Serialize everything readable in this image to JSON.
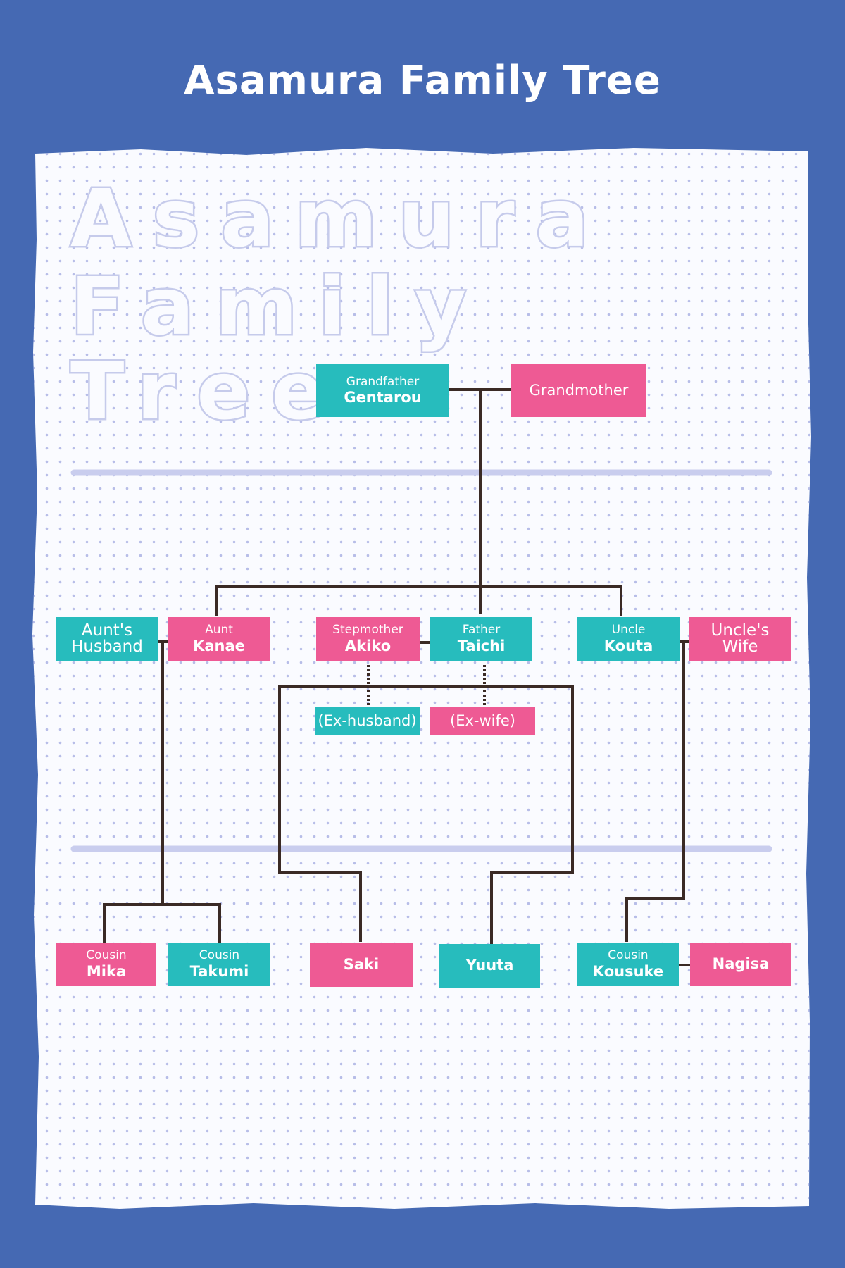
{
  "title": "Asamura Family Tree",
  "watermark": {
    "line1": "Asamura",
    "line2": "Family",
    "line3": "Tree"
  },
  "colors": {
    "background": "#4569b3",
    "paper": "#fafbff",
    "dots": "#b7bde8",
    "teal": "#27bcbd",
    "pink": "#ee5a94",
    "line": "#3a2a25",
    "divider": "#c9cdee"
  },
  "people": {
    "gentarou": {
      "role": "Grandfather",
      "name": "Gentarou"
    },
    "grandmother": {
      "label": "Grandmother"
    },
    "aunts_husband": {
      "label_line1": "Aunt's",
      "label_line2": "Husband"
    },
    "kanae": {
      "role": "Aunt",
      "name": "Kanae"
    },
    "akiko": {
      "role": "Stepmother",
      "name": "Akiko"
    },
    "taichi": {
      "role": "Father",
      "name": "Taichi"
    },
    "kouta": {
      "role": "Uncle",
      "name": "Kouta"
    },
    "uncles_wife": {
      "label_line1": "Uncle's",
      "label_line2": "Wife"
    },
    "ex_husband": {
      "label": "(Ex-husband)"
    },
    "ex_wife": {
      "label": "(Ex-wife)"
    },
    "mika": {
      "role": "Cousin",
      "name": "Mika"
    },
    "takumi": {
      "role": "Cousin",
      "name": "Takumi"
    },
    "saki": {
      "name": "Saki"
    },
    "yuuta": {
      "name": "Yuuta"
    },
    "kousuke": {
      "role": "Cousin",
      "name": "Kousuke"
    },
    "nagisa": {
      "name": "Nagisa"
    }
  }
}
